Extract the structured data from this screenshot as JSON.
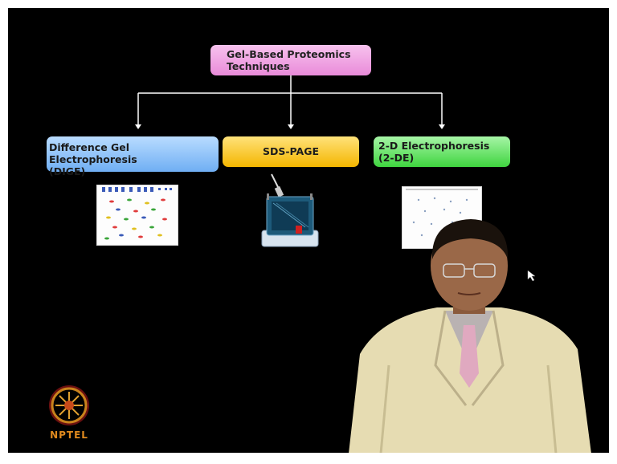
{
  "diagram": {
    "root": {
      "line1": "Gel-Based Proteomics",
      "line2": "Techniques"
    },
    "children": [
      {
        "line1": "Difference Gel Electrophoresis",
        "line2": "(DIGE)",
        "color": "#7ab6f5"
      },
      {
        "line1": "SDS-PAGE",
        "color": "#f6bd16"
      },
      {
        "line1": "2-D Electrophoresis",
        "line2": "(2-DE)",
        "color": "#44d644"
      }
    ]
  },
  "logo": {
    "text": "NPTEL",
    "color": "#e08a1e"
  },
  "colors": {
    "background": "#000000",
    "root": "#f0a3e3",
    "connector": "#ffffff"
  }
}
